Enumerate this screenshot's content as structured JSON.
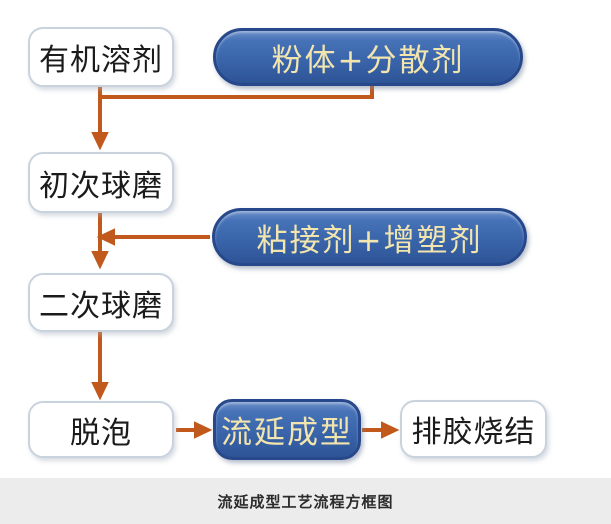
{
  "diagram": {
    "type": "flowchart",
    "nodes": {
      "organic_solvent": {
        "label": "有机溶剂",
        "kind": "process"
      },
      "powder_dispersant": {
        "label": "粉体+分散剂",
        "kind": "additive"
      },
      "first_ball_milling": {
        "label": "初次球磨",
        "kind": "process"
      },
      "binder_plasticizer": {
        "label": "粘接剂+增塑剂",
        "kind": "additive"
      },
      "second_ball_milling": {
        "label": "二次球磨",
        "kind": "process"
      },
      "defoaming": {
        "label": "脱泡",
        "kind": "process"
      },
      "tape_casting": {
        "label": "流延成型",
        "kind": "additive"
      },
      "debinding_sintering": {
        "label": "排胶烧结",
        "kind": "process"
      }
    },
    "edges": [
      {
        "from": "organic_solvent",
        "to": "first_ball_milling"
      },
      {
        "from": "powder_dispersant",
        "to": "first_ball_milling"
      },
      {
        "from": "first_ball_milling",
        "to": "second_ball_milling"
      },
      {
        "from": "binder_plasticizer",
        "to": "second_ball_milling"
      },
      {
        "from": "second_ball_milling",
        "to": "defoaming"
      },
      {
        "from": "defoaming",
        "to": "tape_casting"
      },
      {
        "from": "tape_casting",
        "to": "debinding_sintering"
      }
    ]
  },
  "caption": {
    "text": "流延成型工艺流程方框图"
  },
  "colors": {
    "arrow": "#c2591c",
    "pill_fill": "#3a65ab",
    "pill_border": "#27488a",
    "pill_text": "#f2e5ad",
    "box_fill": "#ffffff",
    "box_border": "#c9d3de",
    "box_text": "#1b1b1b",
    "caption_bg": "#ececec",
    "caption_text": "#2b2b2b"
  }
}
